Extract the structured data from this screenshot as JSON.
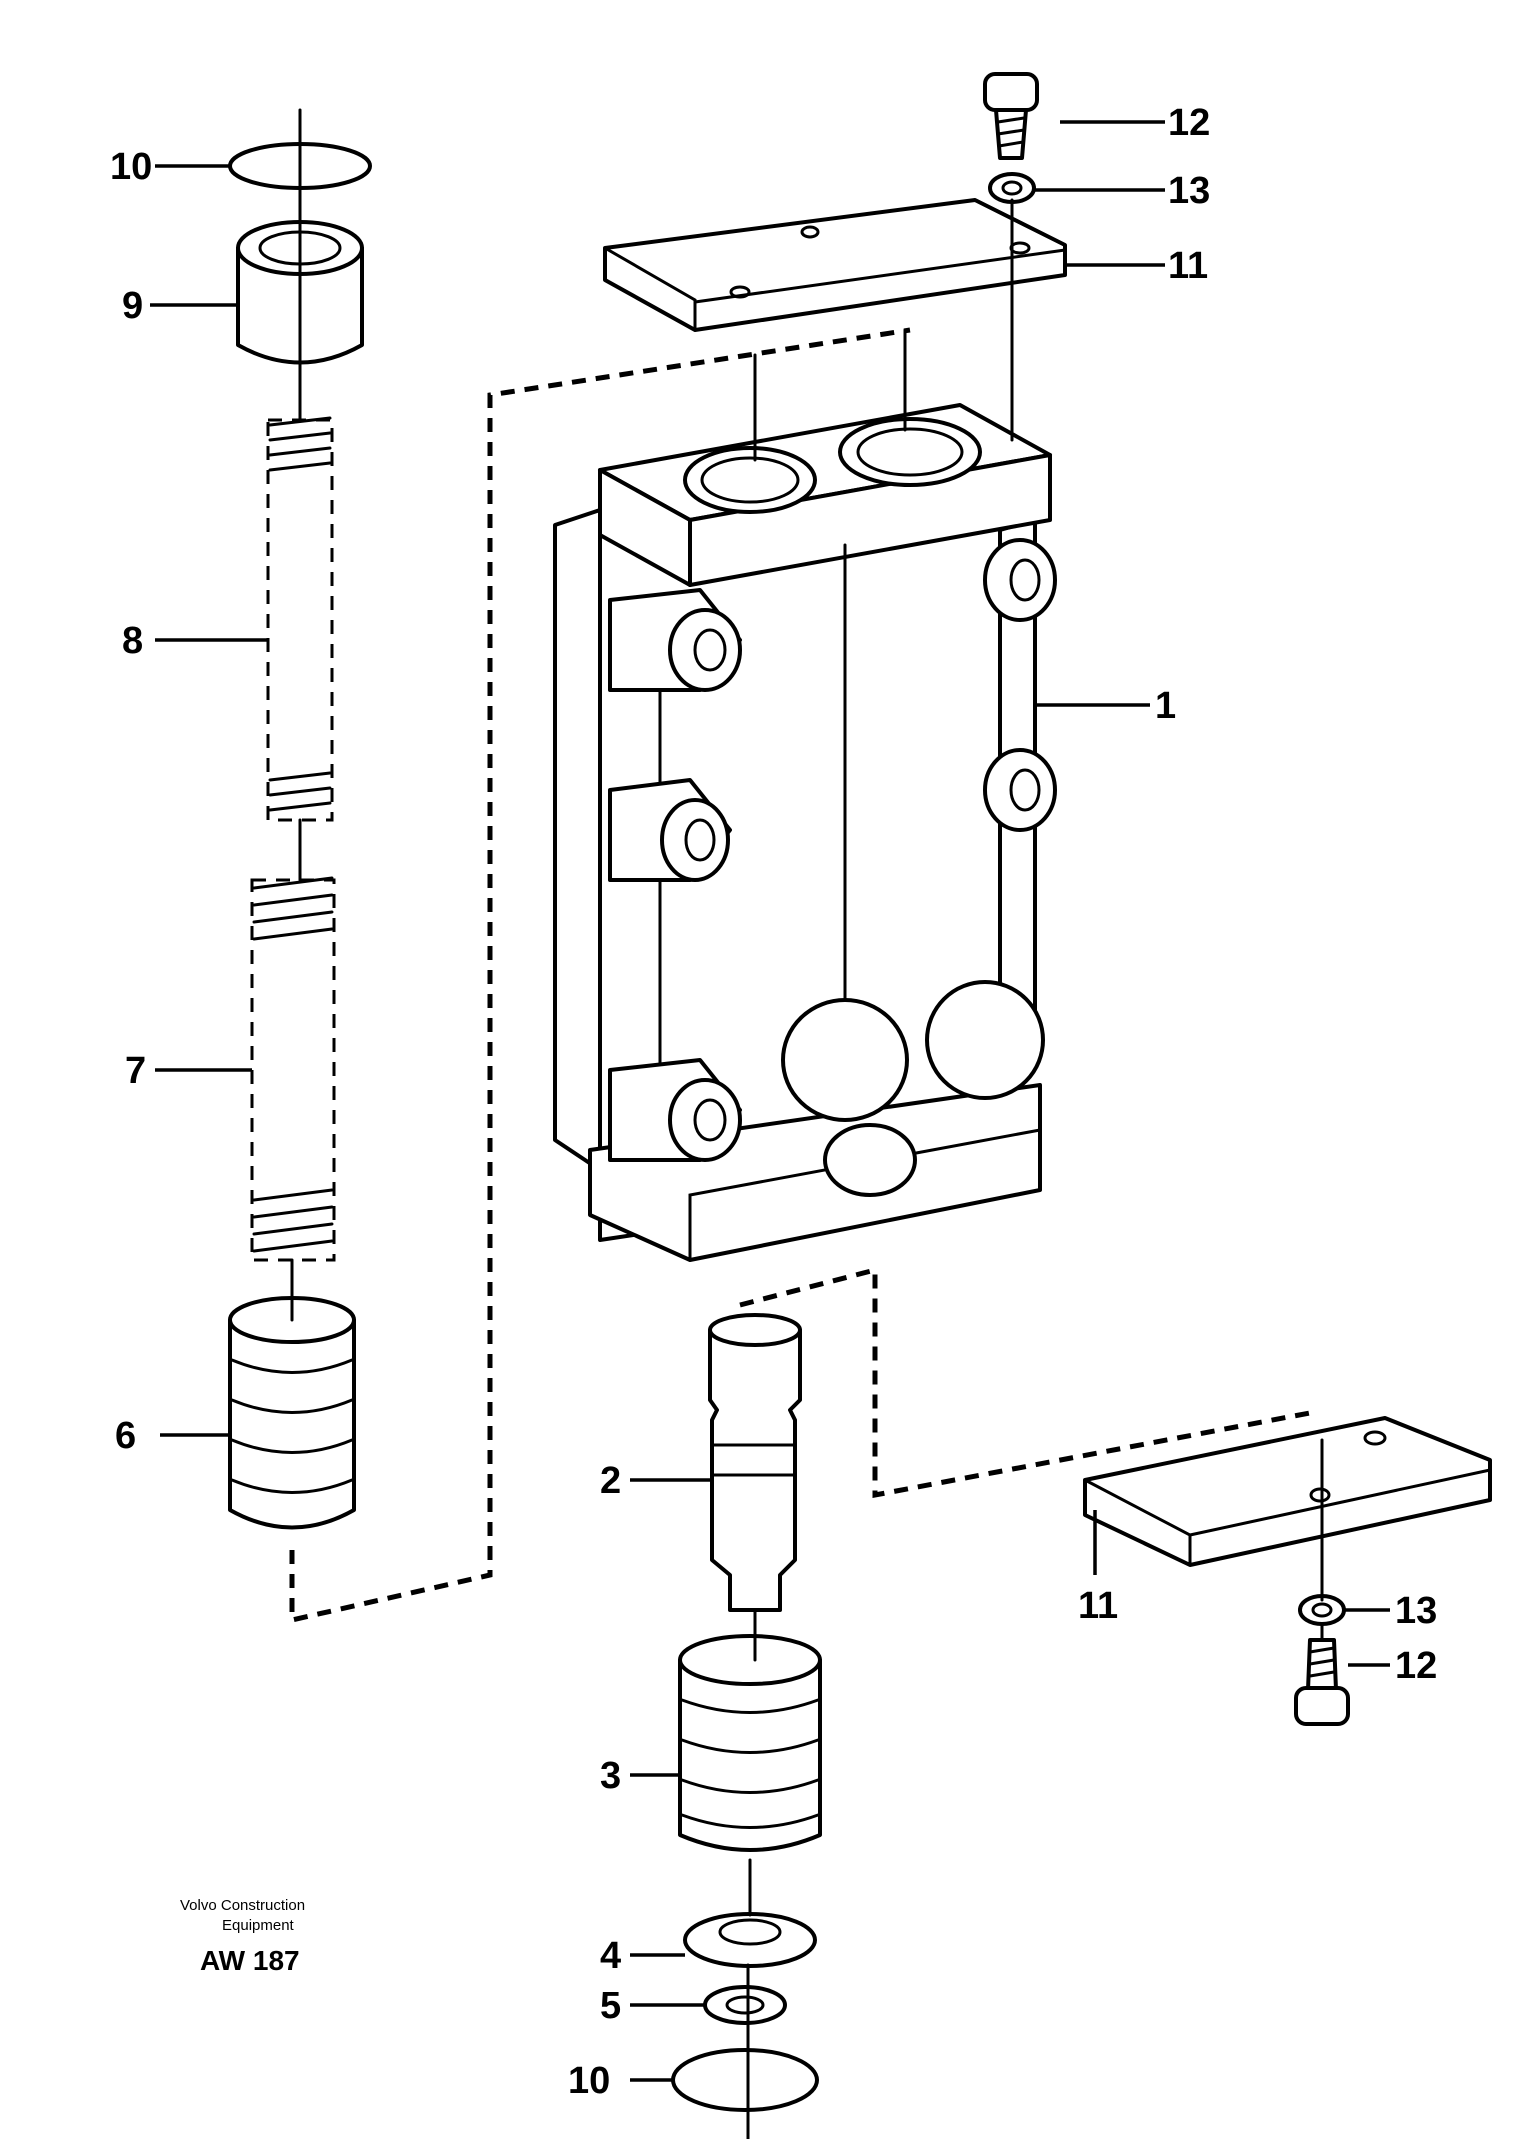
{
  "callouts": {
    "c1": "1",
    "c2": "2",
    "c3": "3",
    "c4": "4",
    "c5": "5",
    "c6": "6",
    "c7": "7",
    "c8": "8",
    "c9": "9",
    "c10_top": "10",
    "c10_bottom": "10",
    "c11_top": "11",
    "c11_bottom": "11",
    "c12_top": "12",
    "c12_bottom": "12",
    "c13_top": "13",
    "c13_bottom": "13"
  },
  "caption": {
    "line1": "Volvo Construction",
    "line2": "Equipment",
    "code": "AW 187"
  }
}
